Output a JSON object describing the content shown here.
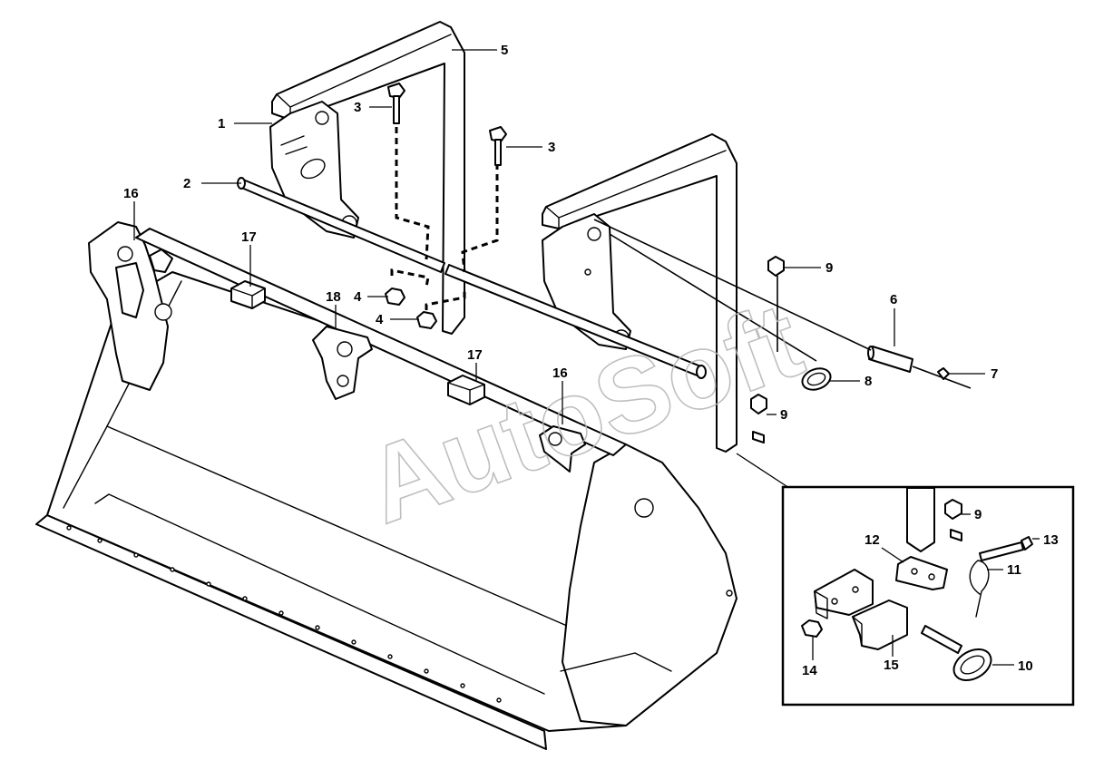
{
  "watermark": "AutoSoft",
  "callouts": {
    "c1": "1",
    "c2": "2",
    "c3a": "3",
    "c3b": "3",
    "c4a": "4",
    "c4b": "4",
    "c5": "5",
    "c6": "6",
    "c7": "7",
    "c8": "8",
    "c9a": "9",
    "c9b": "9",
    "c9c": "9",
    "c10": "10",
    "c11": "11",
    "c12": "12",
    "c13": "13",
    "c14": "14",
    "c15": "15",
    "c16a": "16",
    "c16b": "16",
    "c17a": "17",
    "c17b": "17",
    "c18": "18"
  }
}
